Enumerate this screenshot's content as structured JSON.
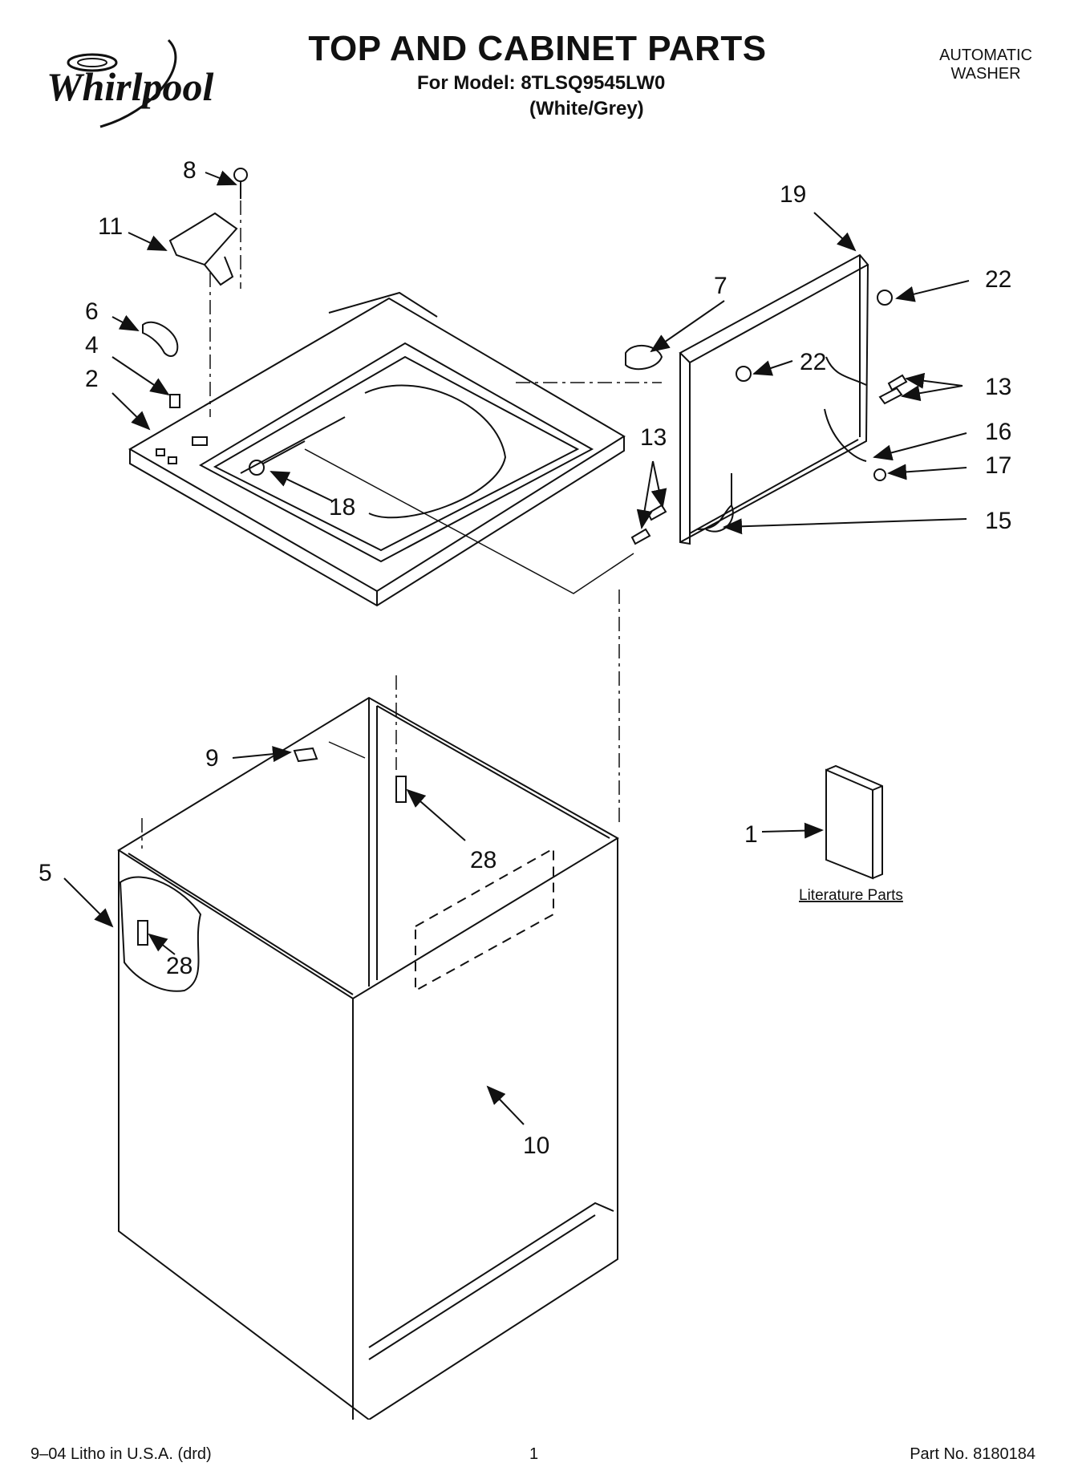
{
  "header": {
    "brand": "Whirlpool",
    "title": "TOP AND CABINET PARTS",
    "model_line": "For Model: 8TLSQ9545LW0",
    "color_line": "(White/Grey)",
    "appliance_line1": "AUTOMATIC",
    "appliance_line2": "WASHER"
  },
  "callouts": {
    "c8": "8",
    "c11": "11",
    "c6": "6",
    "c4": "4",
    "c2": "2",
    "c18": "18",
    "c7": "7",
    "c19": "19",
    "c22a": "22",
    "c22b": "22",
    "c13a": "13",
    "c13b": "13",
    "c16": "16",
    "c17": "17",
    "c15": "15",
    "c9": "9",
    "c28a": "28",
    "c28b": "28",
    "c5": "5",
    "c1": "1",
    "c10": "10"
  },
  "literature": {
    "label": "Literature Parts"
  },
  "footer": {
    "litho": "9–04 Litho in U.S.A. (drd)",
    "page": "1",
    "part_no": "Part No. 8180184"
  }
}
